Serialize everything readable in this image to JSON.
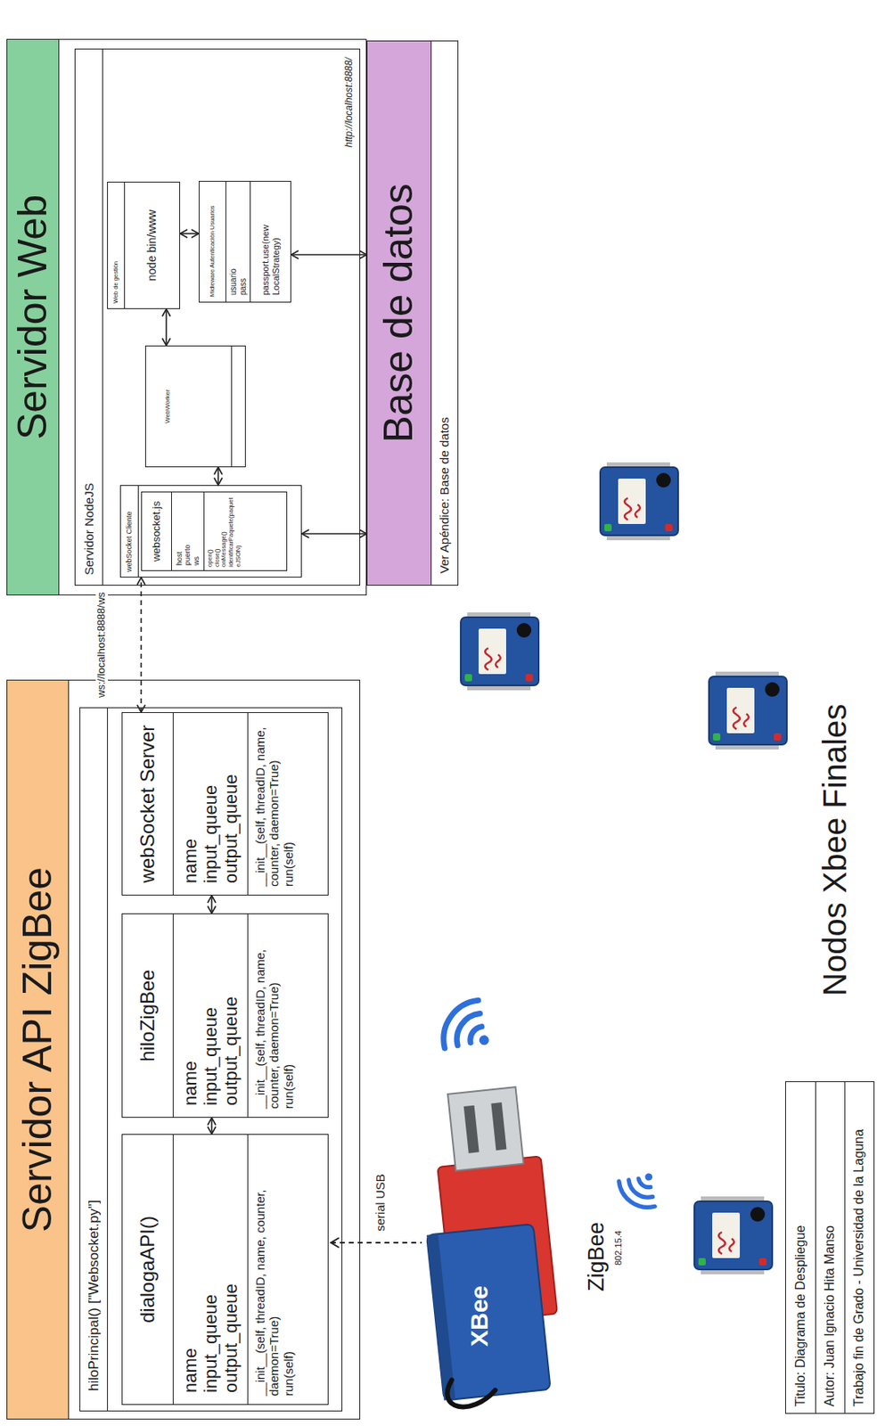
{
  "diagram": {
    "nodes": [
      {
        "text": [
          "Servidor API ZigBee"
        ]
      },
      {
        "text": [
          "hiloPrincipal() [\"Websocket.py\"]"
        ],
        "in": 0
      },
      {
        "text": [
          "dialogaAPI()",
          "name",
          "input_queue",
          "output_queue",
          "__init__(self, threadID, name, counter, daemon=True)",
          "run(self)"
        ],
        "in": 1
      },
      {
        "text": [
          "hiloZigBee",
          "name",
          "input_queue",
          "output_queue",
          "__init__(self, threadID, name, counter, daemon=True)",
          "run(self)"
        ],
        "in": 1
      },
      {
        "text": [
          "webSocket Server",
          "name",
          "input_queue",
          "output_queue",
          "__init__(self, threadID, name, counter, daemon=True)",
          "run(self)"
        ],
        "in": 1
      },
      {
        "text": [
          "Servidor Web"
        ]
      },
      {
        "text": [
          "Servidor NodeJS",
          "http://localhost:8888/"
        ],
        "in": 5
      },
      {
        "text": [
          "webSocket Cliente"
        ],
        "in": 6
      },
      {
        "text": [
          "websocket.js",
          "host",
          "puerto",
          "ws",
          "open()",
          "close()",
          "onMessage()",
          "identificarPaquete(paqueteJSON)"
        ],
        "in": 7
      },
      {
        "text": [
          "WebWorker"
        ],
        "in": 6
      },
      {
        "text": [
          "Web de gestión",
          "node bin/www"
        ],
        "in": 6
      },
      {
        "text": [
          "Midleware Autenticación Usuarios",
          "usuario",
          "pass",
          "passport.use(new LocalStrategy)"
        ],
        "in": 6
      },
      {
        "text": [
          "Base de datos",
          "Ver Apéndice: Base de datos"
        ]
      },
      {
        "text": [
          "Titulo: Diagrama de Despliegue",
          "Autor: Juan Ignacio Hita Manso",
          "Trabajo fin de Grado - Universidad de la Laguna"
        ]
      }
    ],
    "edges": [
      {
        "from": 2,
        "to": 3,
        "arrow": "both"
      },
      {
        "from": 3,
        "to": 4,
        "arrow": "both"
      },
      {
        "from": 4,
        "to": 7,
        "arrow": "both",
        "label": "ws://localhost:8888/ws"
      },
      {
        "from": 7,
        "to": 9,
        "arrow": "both"
      },
      {
        "from": 9,
        "to": 10,
        "arrow": "both"
      },
      {
        "from": 10,
        "to": 11,
        "arrow": "both"
      },
      {
        "from": 7,
        "to": 12,
        "arrow": "both"
      },
      {
        "from": 11,
        "to": 12,
        "arrow": "both"
      }
    ],
    "labels": [
      "serial USB",
      "XBee",
      "ZigBee",
      "802.15.4",
      "Nodos Xbee Finales"
    ]
  }
}
